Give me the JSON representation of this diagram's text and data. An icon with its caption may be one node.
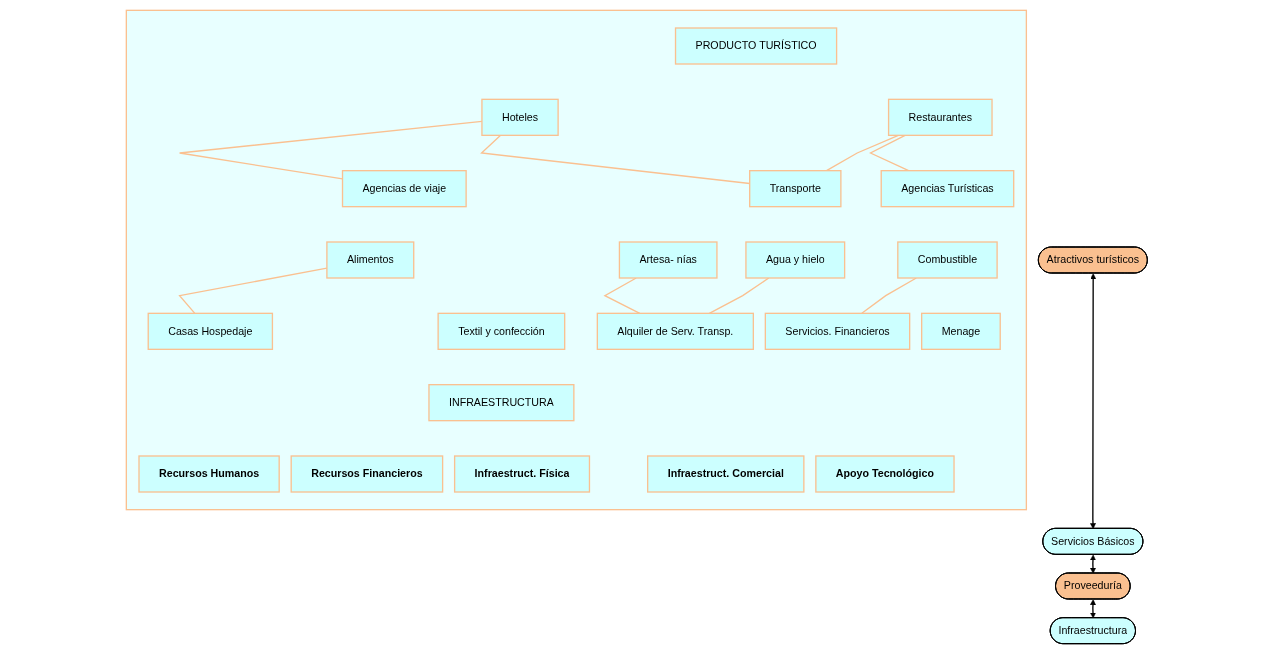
{
  "diagram": {
    "nodes": [
      {
        "text": [],
        "shape": "triangle"
      },
      {
        "text": [
          "PRODUCTO TURÍSTICO"
        ],
        "in": 0
      },
      {
        "text": [
          "Hoteles"
        ],
        "in": 0
      },
      {
        "text": [
          "Restaurantes"
        ],
        "in": 0
      },
      {
        "text": [
          "Agencias de viaje"
        ],
        "in": 0
      },
      {
        "text": [
          "Transporte"
        ],
        "in": 0
      },
      {
        "text": [
          "Agencias Turísticas"
        ],
        "in": 0
      },
      {
        "text": [
          "Alimentos"
        ],
        "in": 0
      },
      {
        "text": [
          "Artesa- nías"
        ],
        "in": 0
      },
      {
        "text": [
          "Agua y hielo"
        ],
        "in": 0
      },
      {
        "text": [
          "Combustible"
        ],
        "in": 0
      },
      {
        "text": [
          "Textil y confección"
        ],
        "in": 0
      },
      {
        "text": [
          "Casas Hospedaje"
        ],
        "in": 0
      },
      {
        "text": [
          "Alquiler de Serv. Transp."
        ],
        "in": 0
      },
      {
        "text": [
          "Servicios. Financieros"
        ],
        "in": 0
      },
      {
        "text": [
          "Menage"
        ],
        "in": 0
      },
      {
        "text": [
          "INFRAESTRUCTURA"
        ],
        "in": 0
      },
      {
        "text": [
          "Recursos Humanos"
        ],
        "in": 0
      },
      {
        "text": [
          "Recursos Financieros"
        ],
        "in": 0
      },
      {
        "text": [
          "Infraestruct. Física"
        ],
        "in": 0
      },
      {
        "text": [
          "Infraestruct. Comercial"
        ],
        "in": 0
      },
      {
        "text": [
          "Apoyo Tecnológico"
        ],
        "in": 0
      },
      {
        "text": [
          "Atractivos turísticos"
        ]
      },
      {
        "text": [
          "Servicios Básicos"
        ]
      },
      {
        "text": [
          "Proveeduría"
        ]
      },
      {
        "text": [
          "Infraestructura"
        ]
      }
    ],
    "edges": [
      {
        "from": 2,
        "to": 4,
        "arrow": "none"
      },
      {
        "from": 2,
        "to": 5,
        "arrow": "none"
      },
      {
        "from": 3,
        "to": 5,
        "arrow": "none"
      },
      {
        "from": 3,
        "to": 6,
        "arrow": "none"
      },
      {
        "from": 7,
        "to": 12,
        "arrow": "none"
      },
      {
        "from": 8,
        "to": 13,
        "arrow": "none"
      },
      {
        "from": 9,
        "to": 13,
        "arrow": "none"
      },
      {
        "from": 10,
        "to": 14,
        "arrow": "none"
      },
      {
        "from": 22,
        "to": 23,
        "arrow": "both",
        "color": "#000000"
      },
      {
        "from": 23,
        "to": 24,
        "arrow": "both",
        "color": "#000000"
      },
      {
        "from": 24,
        "to": 25,
        "arrow": "both",
        "color": "#000000"
      }
    ]
  }
}
